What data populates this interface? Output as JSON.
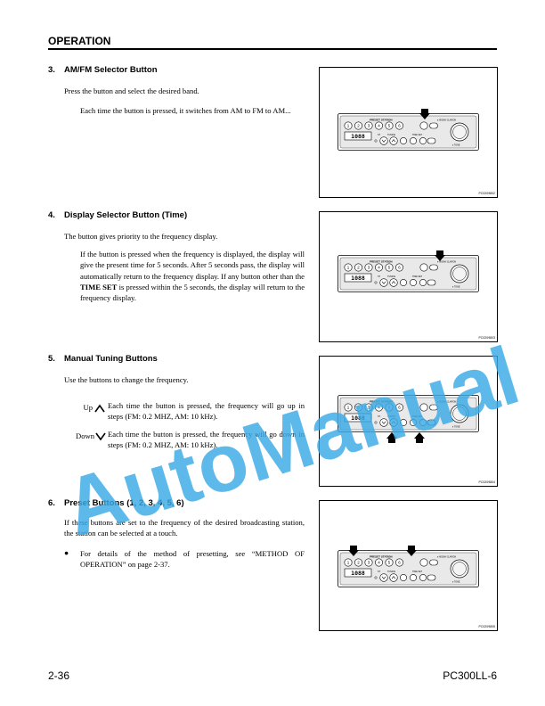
{
  "header": {
    "title": "OPERATION"
  },
  "sections": [
    {
      "number": "3.",
      "title": "AM/FM Selector Button",
      "intro": "Press the button and select the desired band.",
      "detail": "Each time the button is pressed, it switches from AM to FM to AM...",
      "figure_code": "PC0209802"
    },
    {
      "number": "4.",
      "title": "Display Selector Button (Time)",
      "intro": "The button gives priority to the frequency display.",
      "detail_before": "If the button is pressed when the frequency is displayed, the display will give the present time for 5 seconds. After 5 seconds pass, the display will automatically return to the frequency display. If any button other than the ",
      "detail_bold": "TIME SET",
      "detail_after": " is pressed within the 5 seconds, the display will return to the frequency display.",
      "figure_code": "PC0209803"
    },
    {
      "number": "5.",
      "title": "Manual Tuning Buttons",
      "intro": "Use the buttons to change the frequency.",
      "up_label": "Up",
      "up_text": "Each time the button is pressed, the frequency will go up in steps (FM: 0.2 MHZ, AM: 10 kHz).",
      "down_label": "Down",
      "down_text": "Each time the button is pressed, the frequency will go down in steps (FM: 0.2 MHZ, AM: 10 kHz).",
      "figure_code": "PC0209804"
    },
    {
      "number": "6.",
      "title": "Preset Buttons (1, 2, 3, 4, 5, 6)",
      "intro": "If these buttons are set to the frequency of the desired broadcasting station, the station can be selected at a touch.",
      "bullet": "For details of the method of presetting, see “METHOD OF OPERATION” on page 2-37.",
      "figure_code": "PC0209805"
    }
  ],
  "radio": {
    "preset_label": "PRESET STATION",
    "presets": [
      "1",
      "2",
      "3",
      "4",
      "5",
      "6"
    ],
    "display": "1088",
    "tuning_label": "TUNING",
    "st_label": "ST",
    "timeset_label": "TIME SET",
    "tone_label": "▸ TONE",
    "brand": "▸ NISSAN CLARION"
  },
  "footer": {
    "page": "2-36",
    "model": "PC300LL-6"
  },
  "watermark": "AutoManual",
  "colors": {
    "watermark": "#3aa9e6",
    "panel": "#e9e9e9"
  }
}
